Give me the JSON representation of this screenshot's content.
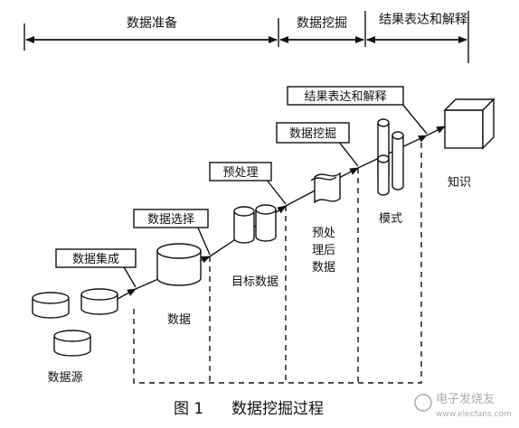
{
  "phases": {
    "preparation": "数据准备",
    "mining": "数据挖掘",
    "interpretation": "结果表达和解释"
  },
  "steps": {
    "integration": "数据集成",
    "selection": "数据选择",
    "preprocessing": "预处理",
    "mining": "数据挖掘",
    "interpretation": "结果表达和解释"
  },
  "nodes": {
    "source": "数据源",
    "data": "数据",
    "target": "目标数据",
    "preprocessed_line1": "预处",
    "preprocessed_line2": "理后",
    "preprocessed_line3": "数据",
    "patterns": "模式",
    "knowledge": "知识"
  },
  "caption": {
    "number": "图 1",
    "title": "数据挖掘过程"
  },
  "watermark": {
    "brand": "电子发烧友",
    "url": "www.elecfans.com"
  }
}
